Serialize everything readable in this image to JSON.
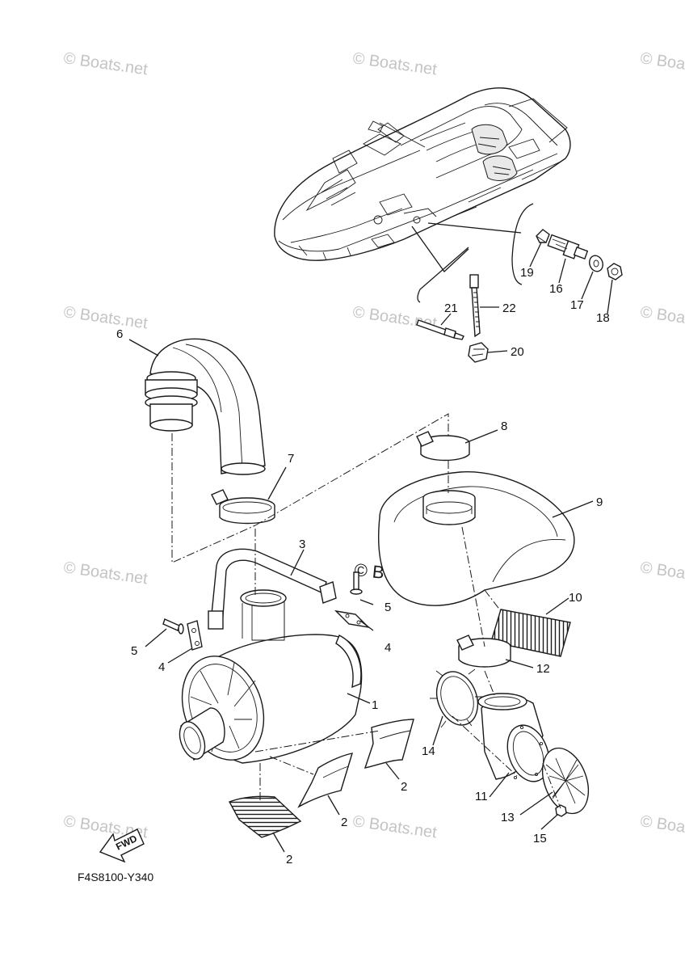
{
  "diagram": {
    "code": "F4S8100-Y340",
    "fwd_label": "FWD",
    "watermark": "© Boats.net",
    "watermark_center": "© Boats.net",
    "callouts": {
      "c1": "1",
      "c2a": "2",
      "c2b": "2",
      "c2c": "2",
      "c3": "3",
      "c4a": "4",
      "c4b": "4",
      "c5a": "5",
      "c5b": "5",
      "c6": "6",
      "c7": "7",
      "c8": "8",
      "c9": "9",
      "c10": "10",
      "c11": "11",
      "c12": "12",
      "c13": "13",
      "c14": "14",
      "c15": "15",
      "c16": "16",
      "c17": "17",
      "c18": "18",
      "c19": "19",
      "c20": "20",
      "c21": "21",
      "c22": "22"
    }
  }
}
